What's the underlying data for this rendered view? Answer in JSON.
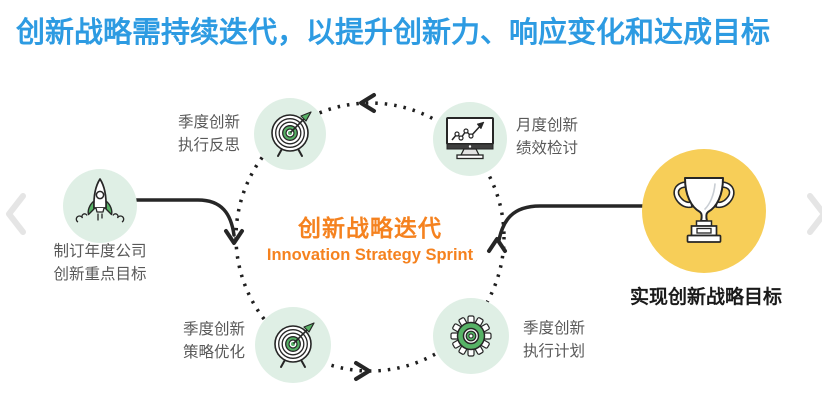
{
  "slide": {
    "title": "创新战略需持续迭代，以提升创新力、响应变化和达成目标"
  },
  "carousel": {
    "prev_icon": "chevron-left-icon",
    "next_icon": "chevron-right-icon"
  },
  "cycle": {
    "center": {
      "title": "创新战略迭代",
      "subtitle": "Innovation Strategy Sprint"
    },
    "nodes": [
      {
        "id": "quarterly-execution-reflection",
        "position": "top-left",
        "icon": "dartboard-target-icon",
        "line1": "季度创新",
        "line2": "执行反思"
      },
      {
        "id": "monthly-performance-review",
        "position": "top-right",
        "icon": "monitor-chart-icon",
        "line1": "月度创新",
        "line2": "绩效检讨"
      },
      {
        "id": "quarterly-strategy-optimization",
        "position": "bottom-left",
        "icon": "dartboard-target-icon",
        "line1": "季度创新",
        "line2": "策略优化"
      },
      {
        "id": "quarterly-execution-plan",
        "position": "bottom-right",
        "icon": "gear-icon",
        "line1": "季度创新",
        "line2": "执行计划"
      }
    ],
    "start": {
      "icon": "rocket-icon",
      "line1": "制订年度公司",
      "line2": "创新重点目标"
    },
    "goal": {
      "icon": "trophy-icon",
      "label": "实现创新战略目标"
    },
    "flow_direction": "counter-clockwise"
  },
  "colors": {
    "title_blue": "#2D9BE2",
    "accent_orange": "#F5821F",
    "node_bg_green": "#DFEFE5",
    "accent_green": "#57B266",
    "goal_yellow": "#F7CE58",
    "label_gray": "#595959",
    "line_black": "#262626",
    "chevron_gray": "#E5E5E5"
  }
}
